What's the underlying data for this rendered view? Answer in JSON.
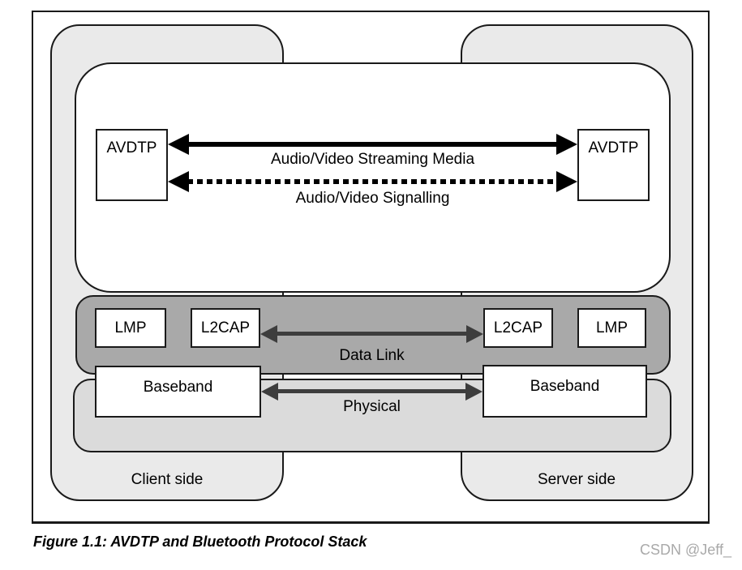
{
  "colors": {
    "ink": "#1a1a1a",
    "side-fill": "#eaeaea",
    "datalink-fill": "#a9a9a9",
    "physical-fill": "#dbdbdb",
    "band-arrow": "#3d3d3d",
    "top-arrow": "#000000",
    "watermark-ink": "#a9a9a9"
  },
  "caption": "Figure 1.1: AVDTP and Bluetooth Protocol Stack",
  "watermark": "CSDN @Jeff_",
  "diagram": {
    "client": {
      "side_label": "Client side",
      "avdtp": "AVDTP",
      "lmp": "LMP",
      "l2cap": "L2CAP",
      "baseband": "Baseband"
    },
    "server": {
      "side_label": "Server side",
      "avdtp": "AVDTP",
      "l2cap": "L2CAP",
      "lmp": "LMP",
      "baseband": "Baseband"
    },
    "links": {
      "streaming": "Audio/Video Streaming Media",
      "signalling": "Audio/Video Signalling",
      "datalink": "Data Link",
      "physical": "Physical"
    }
  }
}
